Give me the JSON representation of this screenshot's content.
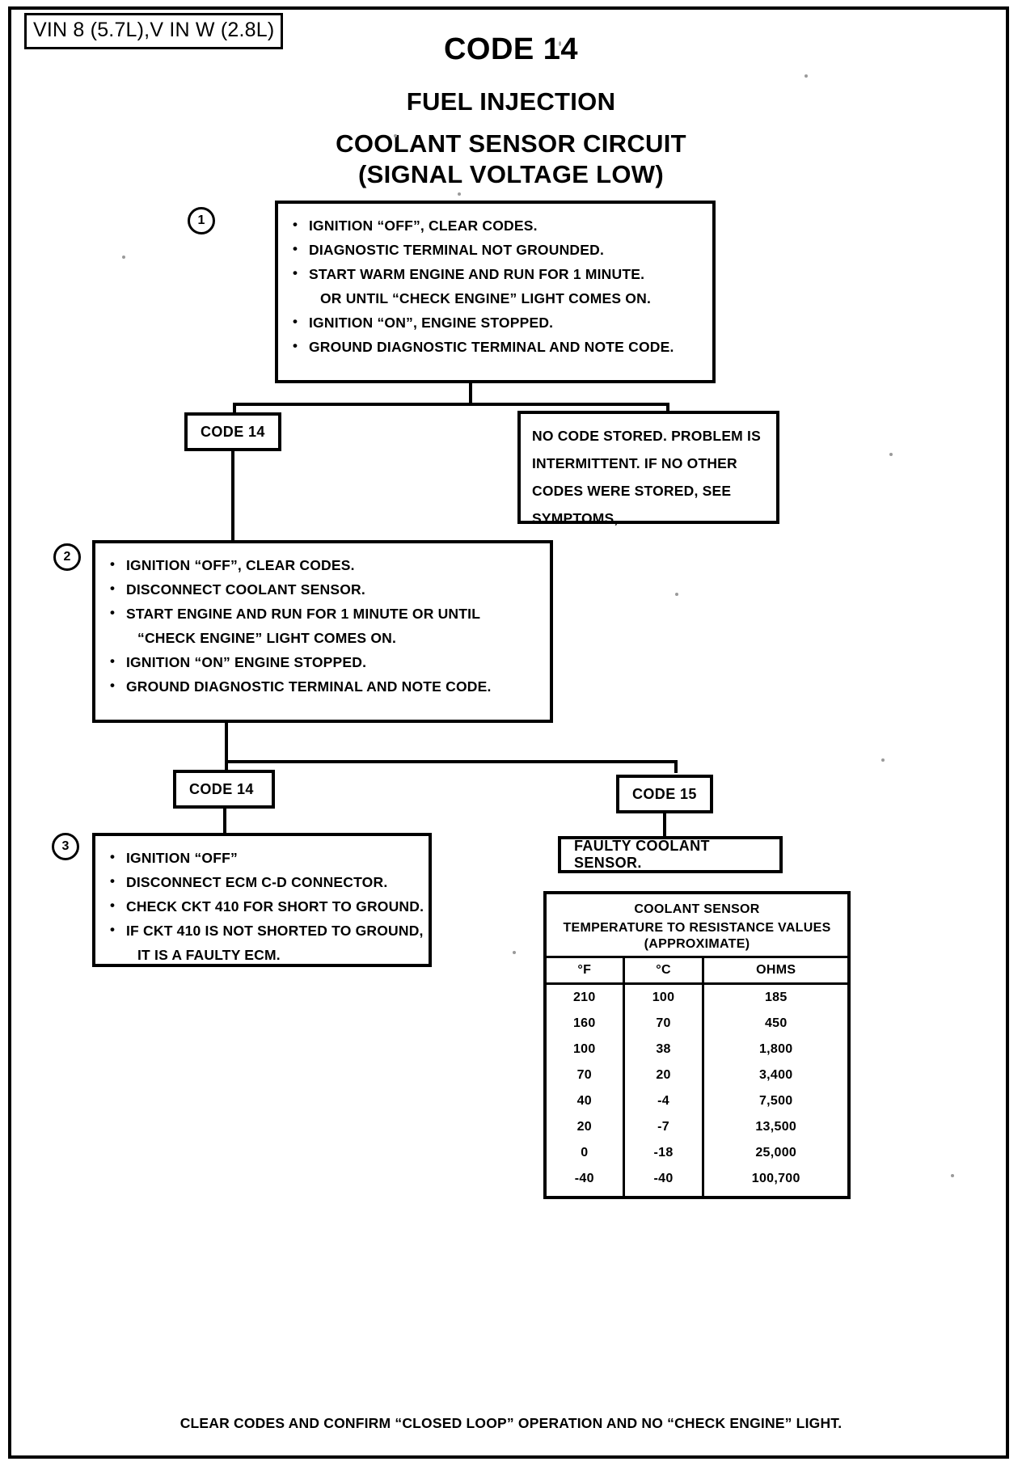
{
  "header": {
    "vin_tag": "VIN 8 (5.7L),V IN W (2.8L)",
    "code_title": "CODE 14",
    "subtitle_1": "FUEL INJECTION",
    "subtitle_2": "COOLANT SENSOR CIRCUIT",
    "subtitle_3": "(SIGNAL VOLTAGE LOW)"
  },
  "steps": {
    "one": {
      "marker": "1",
      "items": [
        {
          "type": "bullet",
          "text": "IGNITION “OFF”, CLEAR CODES."
        },
        {
          "type": "bullet",
          "text": "DIAGNOSTIC TERMINAL NOT GROUNDED."
        },
        {
          "type": "bullet",
          "text": "START WARM ENGINE AND RUN FOR 1 MINUTE."
        },
        {
          "type": "cont",
          "text": "OR UNTIL “CHECK ENGINE” LIGHT COMES ON."
        },
        {
          "type": "bullet",
          "text": "IGNITION “ON”, ENGINE STOPPED."
        },
        {
          "type": "bullet",
          "text": "GROUND DIAGNOSTIC TERMINAL AND NOTE CODE."
        }
      ]
    },
    "two": {
      "marker": "2",
      "items": [
        {
          "type": "bullet",
          "text": "IGNITION “OFF”, CLEAR CODES."
        },
        {
          "type": "bullet",
          "text": "DISCONNECT COOLANT SENSOR."
        },
        {
          "type": "bullet",
          "text": "START  ENGINE AND RUN FOR 1 MINUTE OR UNTIL"
        },
        {
          "type": "cont",
          "text": "“CHECK ENGINE” LIGHT COMES ON."
        },
        {
          "type": "bullet",
          "text": "IGNITION “ON” ENGINE STOPPED."
        },
        {
          "type": "bullet",
          "text": "GROUND DIAGNOSTIC TERMINAL AND NOTE CODE."
        }
      ]
    },
    "three": {
      "marker": "3",
      "items": [
        {
          "type": "bullet",
          "text": "IGNITION  “OFF”"
        },
        {
          "type": "bullet",
          "text": "DISCONNECT ECM C-D CONNECTOR."
        },
        {
          "type": "bullet",
          "text": "CHECK CKT 410 FOR SHORT TO GROUND."
        },
        {
          "type": "bullet",
          "text": "IF CKT 410 IS NOT SHORTED TO GROUND,"
        },
        {
          "type": "cont",
          "text": "IT IS A FAULTY ECM."
        }
      ]
    }
  },
  "branches": {
    "code14_first": "CODE 14",
    "code14_second": "CODE 14",
    "code15": "CODE 15",
    "no_code_stored": [
      "NO CODE STORED.  PROBLEM IS",
      "INTERMITTENT.  IF NO OTHER",
      "CODES WERE STORED, SEE",
      "SYMPTOMS,"
    ],
    "faulty_coolant_sensor": "FAULTY COOLANT SENSOR."
  },
  "sensor_table": {
    "title": "COOLANT SENSOR",
    "subtitle": "TEMPERATURE TO RESISTANCE VALUES",
    "note": "(APPROXIMATE)",
    "columns": [
      "°F",
      "°C",
      "OHMS"
    ],
    "rows": [
      [
        "210",
        "100",
        "185"
      ],
      [
        "160",
        "70",
        "450"
      ],
      [
        "100",
        "38",
        "1,800"
      ],
      [
        "70",
        "20",
        "3,400"
      ],
      [
        "40",
        "-4",
        "7,500"
      ],
      [
        "20",
        "-7",
        "13,500"
      ],
      [
        "0",
        "-18",
        "25,000"
      ],
      [
        "-40",
        "-40",
        "100,700"
      ]
    ]
  },
  "footer": {
    "note": "CLEAR CODES AND CONFIRM “CLOSED LOOP”  OPERATION AND NO “CHECK ENGINE” LIGHT."
  }
}
